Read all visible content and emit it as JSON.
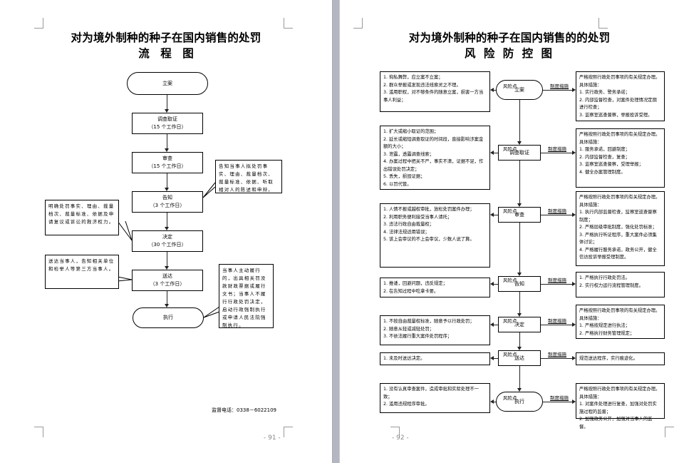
{
  "left_page": {
    "title": "对为境外制种的种子在国内销售的处罚",
    "subtitle": "流　程　图",
    "steps": [
      {
        "name": "立案",
        "days": ""
      },
      {
        "name": "调查取证",
        "days": "（15 个工作日）"
      },
      {
        "name": "审查",
        "days": "（15 个工作日）"
      },
      {
        "name": "告知",
        "days": "（3 个工作日）"
      },
      {
        "name": "决定",
        "days": "（30 个工作日）"
      },
      {
        "name": "送达",
        "days": "（3 个工作日）"
      },
      {
        "name": "执行",
        "days": ""
      }
    ],
    "notes": {
      "inform": "告知当事人拟处罚事实、理由、裁量档次、裁量标准、依据、听取相对人的陈述和申辩。",
      "decide": "明确处罚事实、理由、裁量档次、裁量标准、依据及申请复议或诉讼的救济权力。",
      "deliver": "送达当事人，告知相关单位和检举人等第三方当事人。",
      "execute": "当事人主动履行的，出具相关罚没款财政票据或履行文书；当事人不履行行政处罚决定，启动行政强制执行或申请人民法院强制执行。"
    },
    "phone": "监督电话：0338－6022109",
    "page_number": "- 91 -"
  },
  "right_page": {
    "title": "对为境外制种的种子在国内销售的的处罚",
    "subtitle": "风 险 防 控 图",
    "risk_label": "风险点",
    "control_label": "制度措施",
    "rows": [
      {
        "node": "立案",
        "risks": [
          "1. 徇私舞弊，应立案不立案；",
          "2. 群众举报或发现违法线索灵之不理。",
          "3. 滥用职权，对不够条件的随意立案，损害一方当事人利益；"
        ],
        "controls": [
          "严格按照行政处罚事项的有关规定办理。具体措施：",
          "1. 实行政务、警务承诺；",
          "2. 内部监督检查，对案件处理情况定期进行检查；",
          "3. 监察室巡查督察，举报投诉受理。"
        ]
      },
      {
        "node": "调查取证",
        "risks": [
          "1. 扩大或缩小取证的范围；",
          "2. 延长或缩短调查取证的时间段，直接影响涉案金额的大小；",
          "3. 泄露，透露调查线索；",
          "4. 办案过程中把关不严，事实不清，证据不足，作出错误处罚决定；",
          "5. 丢失，损毁证据；",
          "6. 以罚代管。"
        ],
        "controls": [
          "严格按照行政处罚事项的有关规定办理。具体措施：",
          "1. 服务承诺，回避制度；",
          "2. 内部监督检查，复查；",
          "3. 监察室巡查督察，受理举报；",
          "4. 健全办案管理制度。"
        ]
      },
      {
        "node": "审查",
        "risks": [
          "1. 人情不报或越权审批，放松处罚案件办理；",
          "2. 利用职务便利接受当事人请托；",
          "3. 违法行政自由裁量权；",
          "4. 法律法规适用错误；",
          "5. 该上会审议的不上会审议，少数人说了算。"
        ],
        "controls": [
          "严格按照行政处罚事项的有关规定办理。具体措施：",
          "1. 执行内部监督检查，监察室巡查督察制度；",
          "2. 严格层级审批制度，强化处罚标准；",
          "3. 严格执行听证程序，重大案件必须集体讨论；",
          "4. 严格履行服务承诺，政务公开，健全信访投诉举报受理制度。"
        ]
      },
      {
        "node": "告知",
        "risks": [
          "1. 推诿，回避问题，违反规定；",
          "2. 在告知过程中吃拿卡要。"
        ],
        "controls": [
          "1. 严格执行行政处罚法。",
          "2. 实行权力运行流程管理制度。"
        ]
      },
      {
        "node": "决定",
        "risks": [
          "1. 不按自由裁量权标准，随意予以行政处罚；",
          "2. 随意从轻或减轻处罚；",
          "3. 不依法履行重大案件处罚程序；"
        ],
        "controls": [
          "严格按照行政处罚事项的有关规定办理。具体措施：",
          "1. 严格按规定进行执法；",
          "2. 严格执行财务管理规定；"
        ]
      },
      {
        "node": "送达",
        "risks": [
          "1. 未及时送达决定。"
        ],
        "controls": [
          "规范送达程序，实行痕迹化。"
        ]
      },
      {
        "node": "执行",
        "risks": [
          "1. 没有认真审查案件，造成审批和实际处理不一致；",
          "2. 滥用违规程序审批。"
        ],
        "controls": [
          "严格按照行政处罚事项的有关规定办理。具体措施：",
          "1. 对案件处理进行复查，加强对处罚实施过程的监督；",
          "2. 加强政务公开，加强对当事人的监督。"
        ]
      }
    ],
    "page_number": "- 92 -"
  }
}
